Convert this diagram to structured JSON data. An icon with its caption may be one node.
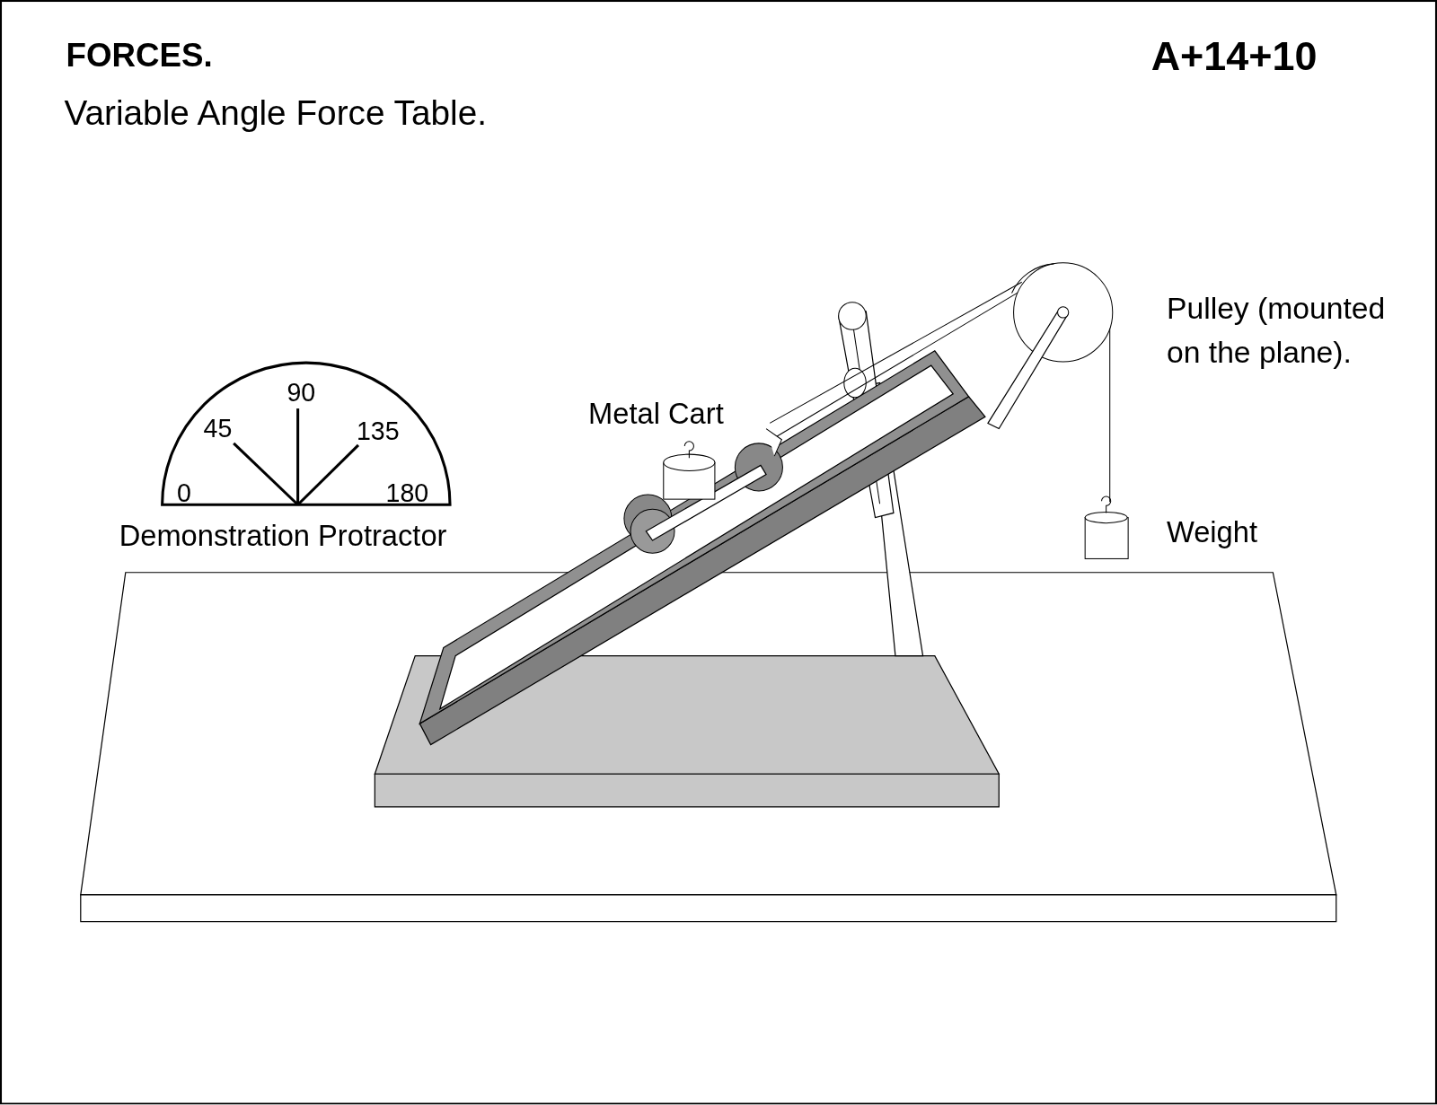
{
  "diagram": {
    "title": "FORCES.",
    "labels": [
      "A+14+10",
      "Variable Angle Force Table.",
      "Pulley (mounted on the plane).",
      "90",
      "Metal Cart",
      "45",
      "135",
      "0",
      "180",
      "Weight",
      "Demonstration Protractor"
    ]
  }
}
